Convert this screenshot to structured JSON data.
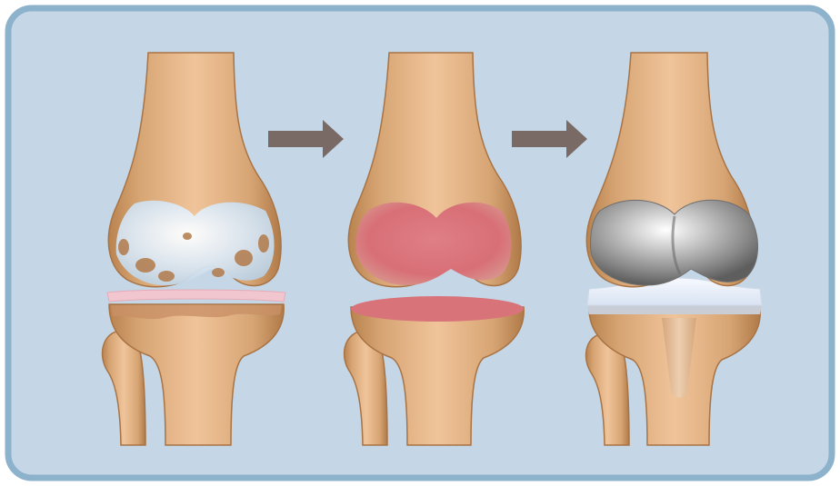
{
  "panel": {
    "background": "#c5d7e6",
    "border": "#8db2cc"
  },
  "steps": [
    {
      "name": "knee-arthritic",
      "icon": "arthritic-knee-joint-icon"
    },
    {
      "name": "knee-resurfaced",
      "icon": "prepared-knee-joint-icon"
    },
    {
      "name": "knee-implant",
      "icon": "knee-replacement-implant-icon"
    }
  ],
  "arrows": [
    {
      "icon": "right-arrow-icon"
    },
    {
      "icon": "right-arrow-icon"
    }
  ],
  "colors": {
    "bone": "#d9a677",
    "bone_dark": "#b47d4f",
    "cartilage_worn": "#dfe9f2",
    "prepared_surface": "#d9737a",
    "metal": "#9c9c9c",
    "plastic_insert": "#eef3fb",
    "arrow": "#7a6a66"
  }
}
